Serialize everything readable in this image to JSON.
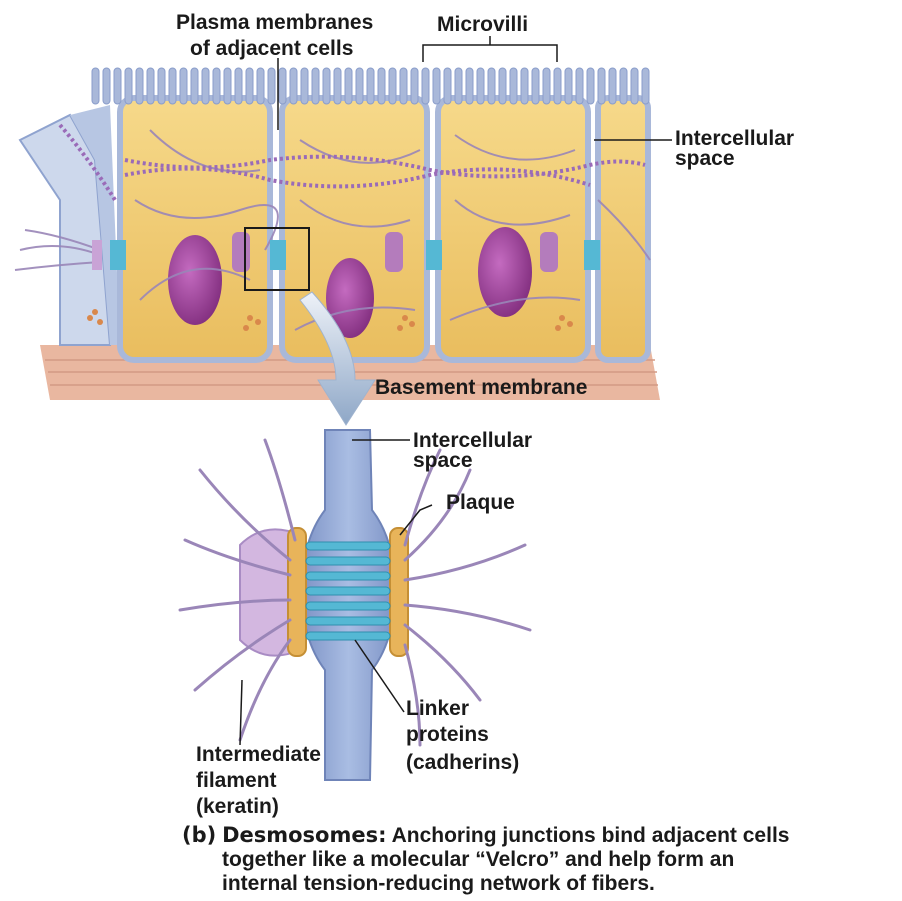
{
  "labels": {
    "plasma_membranes": "Plasma membranes",
    "of_adjacent_cells": "of adjacent cells",
    "microvilli": "Microvilli",
    "intercellular_top_1": "Intercellular",
    "intercellular_top_2": "space",
    "basement_membrane": "Basement membrane",
    "intercellular_zoom_1": "Intercellular",
    "intercellular_zoom_2": "space",
    "plaque": "Plaque",
    "linker_1": "Linker",
    "linker_2": "proteins",
    "linker_3": "(cadherins)",
    "filament_1": "Intermediate",
    "filament_2": "filament",
    "filament_3": "(keratin)"
  },
  "caption": {
    "letter": "(b)",
    "title": "Desmosomes:",
    "line1": "Anchoring junctions bind adjacent cells",
    "line2": "together like a molecular “Velcro” and help form an",
    "line3": "internal tension-reducing network of fibers."
  },
  "colors": {
    "cytoplasm": "#f2cf78",
    "membrane": "#a9b8d9",
    "nucleus": "#9a3f95",
    "filament": "#9a86b8",
    "plaque": "#e8b45a",
    "linker": "#55b8d4",
    "basement": "#e9b7a0"
  }
}
